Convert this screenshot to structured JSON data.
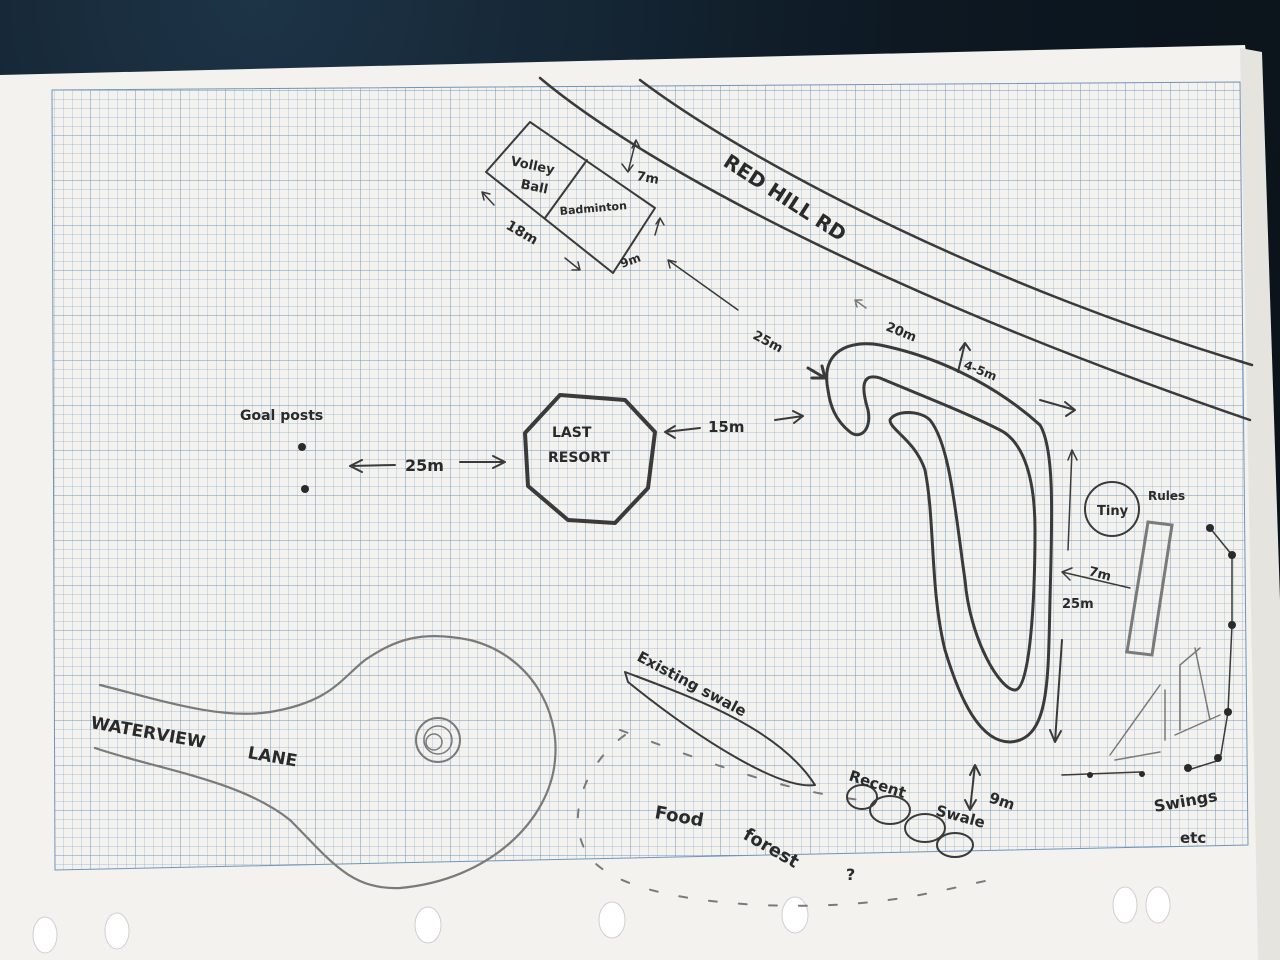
{
  "sheet": {
    "paper_color": "#f4f3f0",
    "grid_color": "#7fa3c7",
    "pencil_color": "#333333",
    "background_color": "#0f1a24"
  },
  "labels": {
    "volleyball": "Volley Ball",
    "volleyball_line1": "Volley",
    "volleyball_line2": "Ball",
    "badminton": "Badminton",
    "court_length": "18m",
    "court_width": "9m",
    "court_offset": "7m",
    "road_name": "RED HILL RD",
    "track_offset_from_road": "20m",
    "track_setback": "4-5m",
    "track_left_distance": "25m",
    "building": "LAST RESORT",
    "building_line1": "LAST",
    "building_line2": "RESORT",
    "building_to_track": "15m",
    "goal_posts": "Goal posts",
    "goal_to_building": "25m",
    "tiny_label": "Tiny",
    "rules_label": "Rules",
    "track_to_rules": "7m",
    "track_length": "25m",
    "lane_name": "WATERVIEW LANE",
    "lane_line1": "WATERVIEW",
    "lane_line2": "LANE",
    "existing_swale": "Existing swale",
    "food_forest_line1": "Food",
    "food_forest_line2": "forest",
    "food_forest_q": "?",
    "recent_swale_line1": "Recent",
    "recent_swale_line2": "Swale",
    "recent_swale_width": "9m",
    "swings_line1": "Swings",
    "swings_line2": "etc"
  }
}
